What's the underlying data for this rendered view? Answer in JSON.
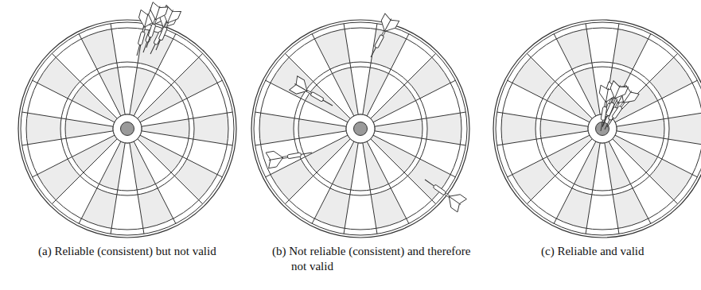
{
  "diagram": {
    "labels": [
      "(a) Reliable (consistent) but not valid",
      "(b) Not reliable (consistent) and therefore not valid",
      "(c) Reliable and valid"
    ]
  }
}
